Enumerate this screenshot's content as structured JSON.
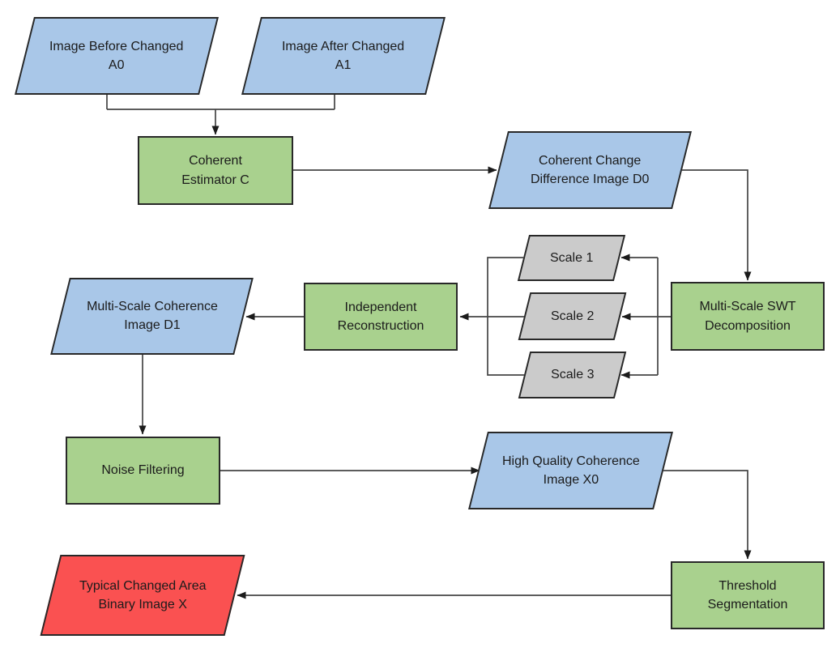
{
  "diagram": {
    "background": "#ffffff",
    "palette": {
      "input_output_fill": "#A9C7E8",
      "process_fill": "#A9D18E",
      "scale_fill": "#CBCBCB",
      "result_fill": "#FA5151",
      "shape_border": "#282828",
      "connector_line": "#454545",
      "text_color": "#1B1B1B"
    },
    "nodes": [
      {
        "id": "A0",
        "shape": "parallelogram",
        "role": "input",
        "label": "Image Before Changed\nA0"
      },
      {
        "id": "A1",
        "shape": "parallelogram",
        "role": "input",
        "label": "Image After Changed\nA1"
      },
      {
        "id": "C",
        "shape": "rectangle",
        "role": "process",
        "label": "Coherent\nEstimator C"
      },
      {
        "id": "D0",
        "shape": "parallelogram",
        "role": "data",
        "label": "Coherent Change\nDifference Image D0"
      },
      {
        "id": "SWT",
        "shape": "rectangle",
        "role": "process",
        "label": "Multi-Scale SWT\nDecomposition"
      },
      {
        "id": "S1",
        "shape": "parallelogram",
        "role": "scale",
        "label": "Scale 1"
      },
      {
        "id": "S2",
        "shape": "parallelogram",
        "role": "scale",
        "label": "Scale 2"
      },
      {
        "id": "S3",
        "shape": "parallelogram",
        "role": "scale",
        "label": "Scale 3"
      },
      {
        "id": "IR",
        "shape": "rectangle",
        "role": "process",
        "label": "Independent\nReconstruction"
      },
      {
        "id": "D1",
        "shape": "parallelogram",
        "role": "data",
        "label": "Multi-Scale Coherence\nImage D1"
      },
      {
        "id": "NF",
        "shape": "rectangle",
        "role": "process",
        "label": "Noise Filtering"
      },
      {
        "id": "X0",
        "shape": "parallelogram",
        "role": "data",
        "label": "High Quality Coherence\nImage X0"
      },
      {
        "id": "TS",
        "shape": "rectangle",
        "role": "process",
        "label": "Threshold\nSegmentation"
      },
      {
        "id": "X",
        "shape": "parallelogram",
        "role": "result",
        "label": "Typical Changed Area\nBinary Image X"
      }
    ],
    "edges": [
      {
        "from": "A0",
        "to": "C"
      },
      {
        "from": "A1",
        "to": "C"
      },
      {
        "from": "C",
        "to": "D0"
      },
      {
        "from": "D0",
        "to": "SWT"
      },
      {
        "from": "SWT",
        "to": "S1"
      },
      {
        "from": "SWT",
        "to": "S2"
      },
      {
        "from": "SWT",
        "to": "S3"
      },
      {
        "from": "S1",
        "to": "IR"
      },
      {
        "from": "S2",
        "to": "IR"
      },
      {
        "from": "S3",
        "to": "IR"
      },
      {
        "from": "IR",
        "to": "D1"
      },
      {
        "from": "D1",
        "to": "NF"
      },
      {
        "from": "NF",
        "to": "X0"
      },
      {
        "from": "X0",
        "to": "TS"
      },
      {
        "from": "TS",
        "to": "X"
      }
    ]
  }
}
